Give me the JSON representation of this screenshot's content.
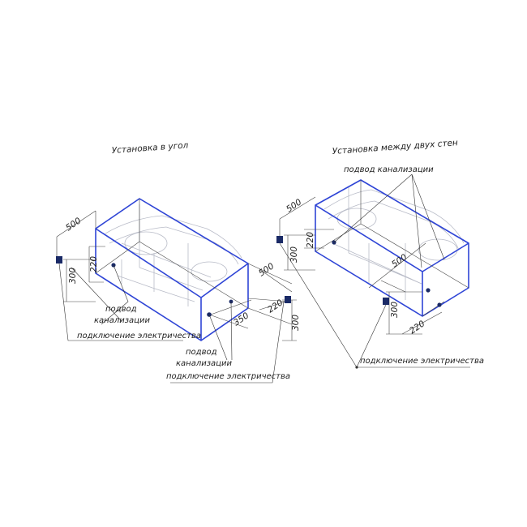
{
  "colors": {
    "edge": "#2f45d6",
    "line": "#333333",
    "marker": "#1a2a66"
  },
  "left": {
    "title": "Установка в угол",
    "dims": {
      "back_width": "500",
      "height_left": "300",
      "offset_left": "220",
      "end_width": "500",
      "offset_right": "220",
      "height_right": "300",
      "drain_offset": "350"
    },
    "labels": {
      "drain_line1": "подвод",
      "drain_line2": "канализации",
      "power1": "подключение электричества",
      "drain2_line1": "подвод",
      "drain2_line2": "канализации",
      "power2": "подключение электричества"
    }
  },
  "right": {
    "title": "Установка между двух стен",
    "dims": {
      "back_width": "500",
      "height_left": "300",
      "offset_left": "220",
      "end_width": "500",
      "height_right": "300",
      "offset_right": "220"
    },
    "labels": {
      "drain": "подвод канализации",
      "power": "подключение электричества"
    }
  }
}
